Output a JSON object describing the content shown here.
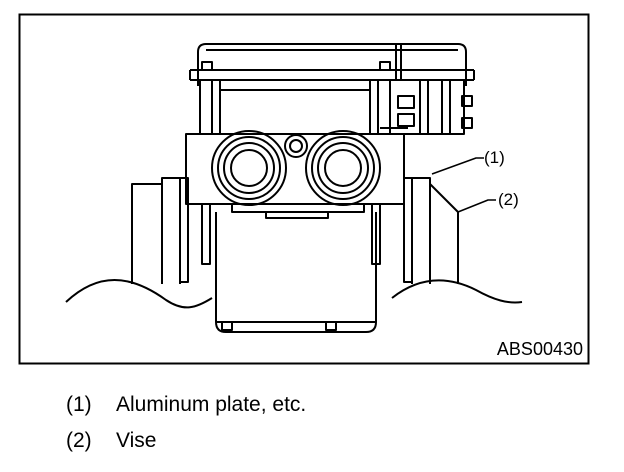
{
  "figure": {
    "code": "ABS00430",
    "callouts": [
      {
        "label": "(1)"
      },
      {
        "label": "(2)"
      }
    ]
  },
  "legend": [
    {
      "num": "(1)",
      "text": "Aluminum plate, etc."
    },
    {
      "num": "(2)",
      "text": "Vise"
    }
  ],
  "colors": {
    "ink": "#000000",
    "paper": "#ffffff"
  }
}
